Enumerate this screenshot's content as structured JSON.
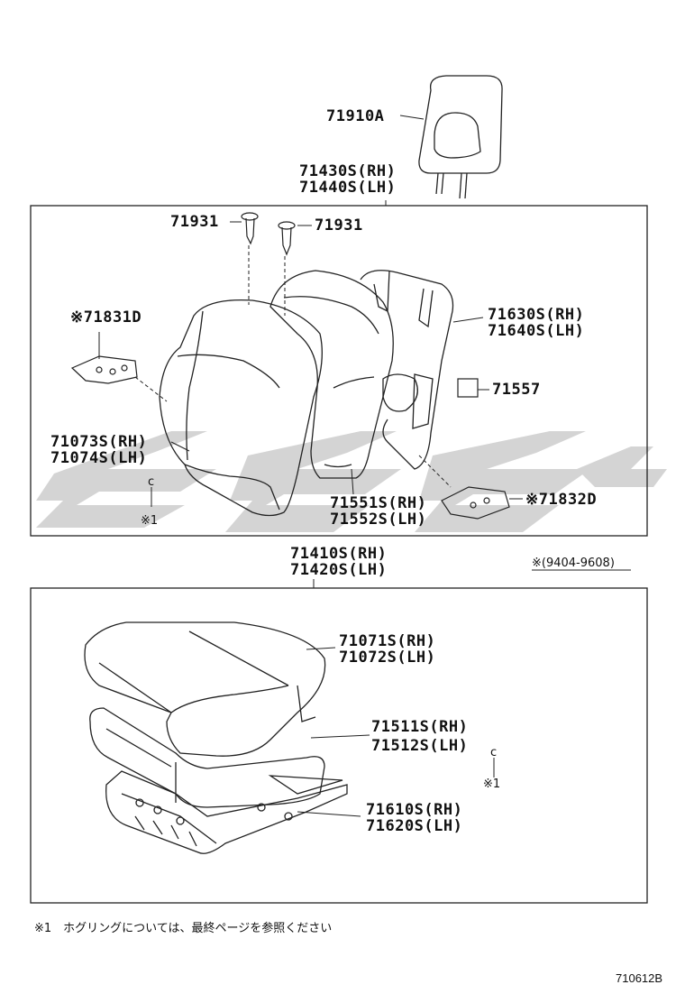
{
  "parts": {
    "headrest": "71910A",
    "back_assy_rh": "71430S(RH)",
    "back_assy_lh": "71440S(LH)",
    "pin_left": "71931",
    "pin_right": "71931",
    "cover_mark": "※71831D",
    "back_frame_rh": "71630S(RH)",
    "back_frame_lh": "71640S(LH)",
    "clip": "71557",
    "back_cover_rh": "71073S(RH)",
    "back_cover_lh": "71074S(LH)",
    "back_pad_rh": "71551S(RH)",
    "back_pad_lh": "71552S(LH)",
    "lock_cover_mark": "※71832D",
    "ring_mark_upper": "※1",
    "ring_c_upper": "c",
    "cushion_assy_rh": "71410S(RH)",
    "cushion_assy_lh": "71420S(LH)",
    "date_range": "※(9404-9608)",
    "cushion_cover_rh": "71071S(RH)",
    "cushion_cover_lh": "71072S(LH)",
    "cushion_pad_rh": "71511S(RH)",
    "cushion_pad_lh": "71512S(LH)",
    "ring_c_lower": "c",
    "ring_mark_lower": "※1",
    "cushion_frame_rh": "71610S(RH)",
    "cushion_frame_lh": "71620S(LH)"
  },
  "footnote": "※1　ホグリングについては、最終ページを参照ください",
  "diagram_code": "710612B"
}
